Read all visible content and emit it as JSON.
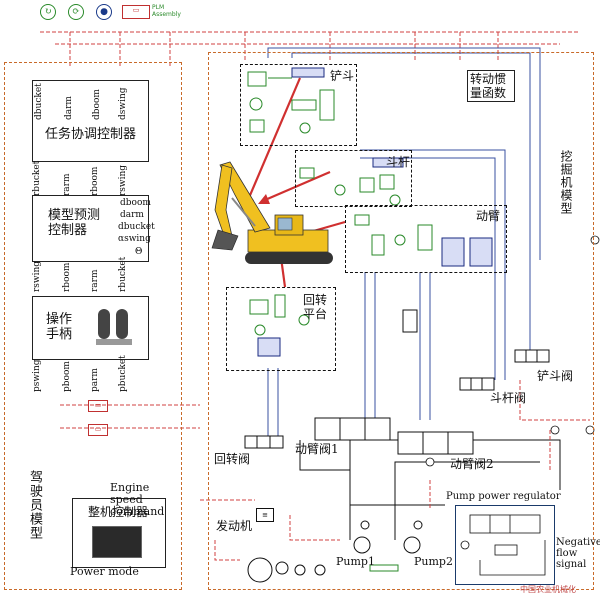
{
  "toolbar": {
    "pill_label": "PLM",
    "pill_sub": "Assembly"
  },
  "controller": {
    "task_controller": "任务协调控制器",
    "task_top_inputs": [
      "dbucket",
      "darm",
      "dboom",
      "dswing"
    ],
    "task_bottom_outputs": [
      "rbucket",
      "rarm",
      "rboom",
      "rswing"
    ],
    "mpc_title": "模型预测\n控制器",
    "mpc_outputs": [
      "dboom",
      "darm",
      "dbucket",
      "αswing",
      "Θ"
    ],
    "mpc_bottom": [
      "rswing",
      "rboom",
      "rarm",
      "rbucket"
    ],
    "handle_title": "操作\n手柄",
    "handle_outputs": [
      "pswing",
      "pboom",
      "parm",
      "pbucket"
    ],
    "driver_model": "驾驶员模型"
  },
  "excavator": {
    "model_label": "挖掘机模型",
    "bucket": "铲斗",
    "arm": "斗杆",
    "boom": "动臂",
    "inertia": "转动惯量函数",
    "swing_platform": "回转平台",
    "bucket_valve": "铲斗阀",
    "arm_valve": "斗杆阀",
    "boom_valve1": "动臂阀1",
    "boom_valve2": "动臂阀2",
    "swing_valve": "回转阀",
    "engine": "发动机",
    "pump1": "Pump1",
    "pump2": "Pump2",
    "pump_regulator": "Pump power regulator",
    "negative_flow": "Negative flow signal",
    "engine_speed": "Engine speed command",
    "vehicle_controller": "整机控制器",
    "power_mode": "Power mode"
  },
  "colors": {
    "frame": "#c86a2a",
    "hydraulic": "#2a8a2a",
    "signal": "#d04040",
    "line_blue": "#3a50a0",
    "excavator_yellow": "#f0c020"
  },
  "watermark": "中国农业机械化"
}
